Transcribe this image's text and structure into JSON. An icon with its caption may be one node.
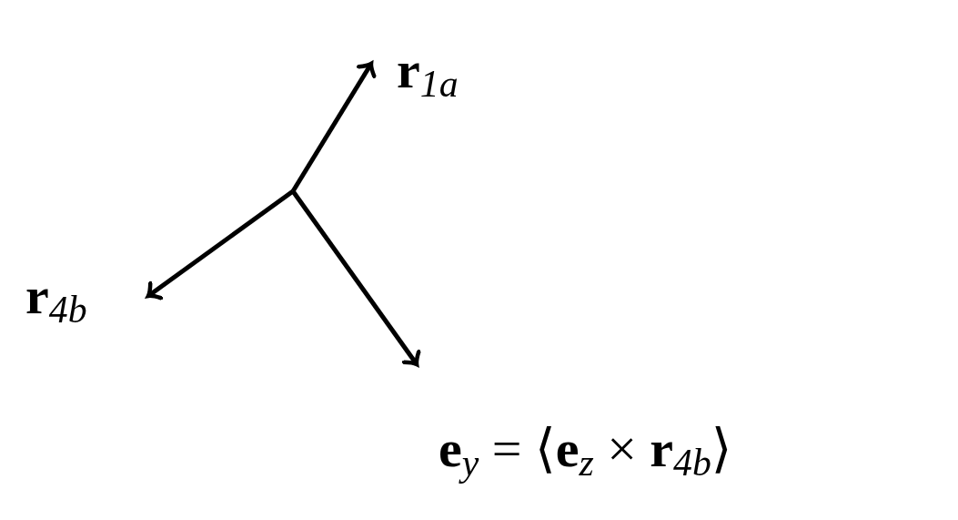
{
  "diagram": {
    "labels": [
      "**r**$_{1a}$",
      "**r**$_{4b}$",
      "**e**$_{y}$ = ⟨**e**$_{z}$ × **r**$_{4b}$⟩"
    ]
  }
}
